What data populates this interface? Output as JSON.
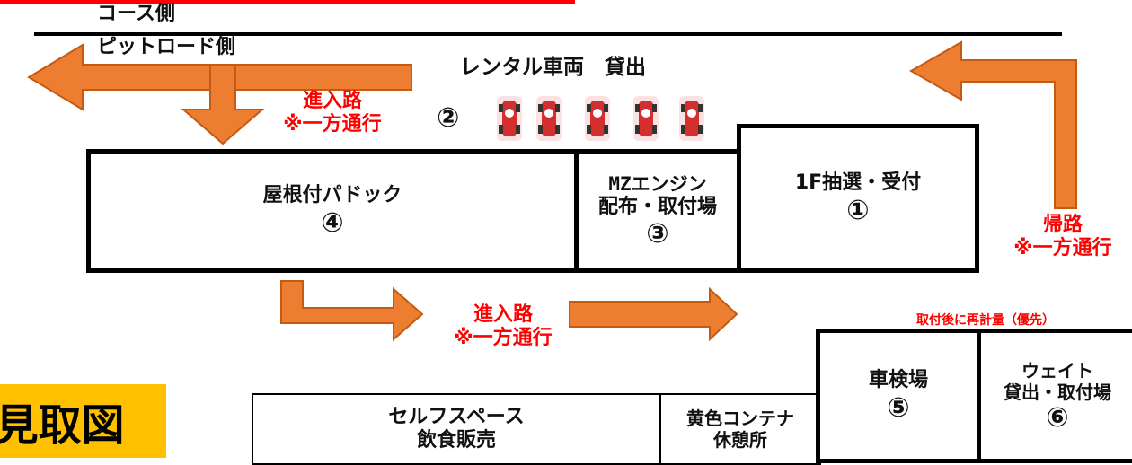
{
  "header": {
    "course_side": "コース側",
    "pit_road_side": "ピットロード側"
  },
  "rental": {
    "title": "レンタル車両　貸出",
    "number": "②",
    "kart_count": 5
  },
  "entry_upper": {
    "line1": "進入路",
    "line2": "※一方通行"
  },
  "paddock": {
    "label": "屋根付パドック",
    "number": "④"
  },
  "mz_engine": {
    "line1": "MZエンジン",
    "line2": "配布・取付場",
    "number": "③"
  },
  "reception": {
    "label": "1F抽選・受付",
    "number": "①"
  },
  "return_route": {
    "line1": "帰路",
    "line2": "※一方通行"
  },
  "entry_lower": {
    "line1": "進入路",
    "line2": "※一方通行"
  },
  "remeasure": {
    "label": "取付後に再計量（優先）"
  },
  "title_badge": {
    "text": "見取図"
  },
  "self_space": {
    "line1": "セルフスペース",
    "line2": "飲食販売"
  },
  "yellow_container": {
    "line1": "黄色コンテナ",
    "line2": "休憩所"
  },
  "inspection": {
    "label": "車検場",
    "number": "⑤"
  },
  "weight": {
    "line1": "ウェイト",
    "line2": "貸出・取付場",
    "number": "⑥"
  },
  "colors": {
    "arrow_orange": "#ed7d31",
    "arrow_outline": "#c55a11",
    "route_red": "#ff0000",
    "title_badge_bg": "#ffc000",
    "yellow_arrow": "#ffff00",
    "kart_red": "#d32f2f"
  },
  "icons": {
    "kart": "kart-icon",
    "arrow": "orange-arrow"
  }
}
